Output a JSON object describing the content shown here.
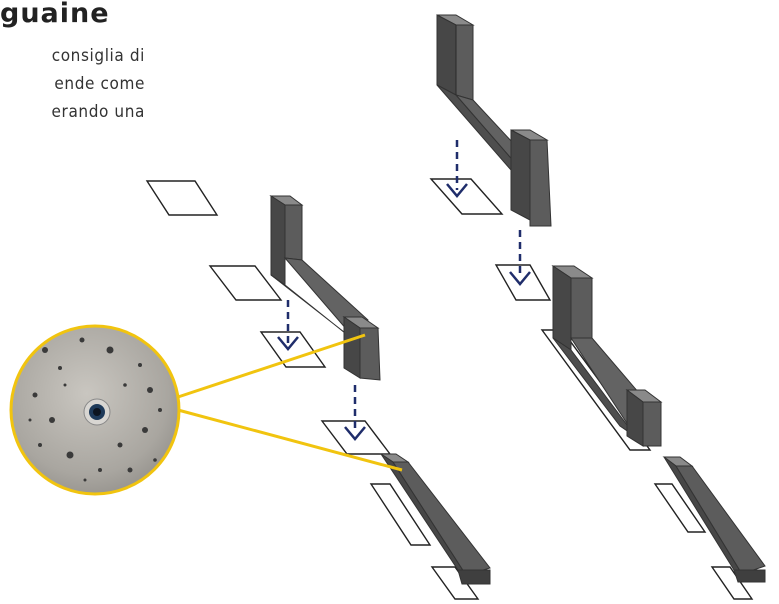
{
  "heading": "guaine",
  "paragraph": [
    "consiglia di",
    "ende come",
    "erando una"
  ],
  "colors": {
    "concrete": "#5c5c5c",
    "concrete_top": "#737373",
    "concrete_dark": "#454545",
    "arrow": "#1f2d6b",
    "callout": "#f1c40f"
  },
  "icons": [
    "dashed-arrow-icon",
    "base-plate-icon",
    "concrete-detail-photo"
  ]
}
